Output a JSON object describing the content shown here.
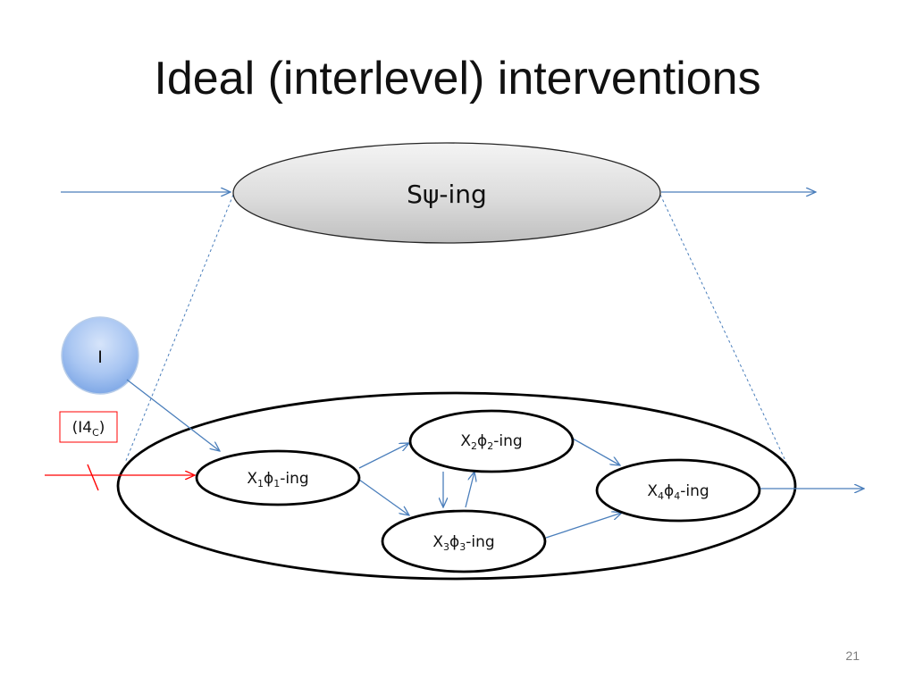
{
  "slide": {
    "title": "Ideal (interlevel) interventions",
    "page_number": "21"
  },
  "diagram": {
    "top_node": {
      "prefix": "S",
      "symbol": "ψ",
      "suffix": "-ing"
    },
    "intervention_node": {
      "label": "I"
    },
    "intervention_tag": {
      "prefix": "(I4",
      "subscript": "C",
      "suffix": ")"
    },
    "nodes": [
      {
        "x": "X",
        "sub1": "1",
        "phi": "ϕ",
        "sub2": "1",
        "suffix": "-ing"
      },
      {
        "x": "X",
        "sub1": "2",
        "phi": "ϕ",
        "sub2": "2",
        "suffix": "-ing"
      },
      {
        "x": "X",
        "sub1": "3",
        "phi": "ϕ",
        "sub2": "3",
        "suffix": "-ing"
      },
      {
        "x": "X",
        "sub1": "4",
        "phi": "ϕ",
        "sub2": "4",
        "suffix": "-ing"
      }
    ],
    "colors": {
      "arrow": "#4a7ebb",
      "intervention_arrow": "#ff0000",
      "outline": "#000000",
      "intervention_fill": "#8fb4ec",
      "top_fill": "#d9d9d9"
    }
  }
}
